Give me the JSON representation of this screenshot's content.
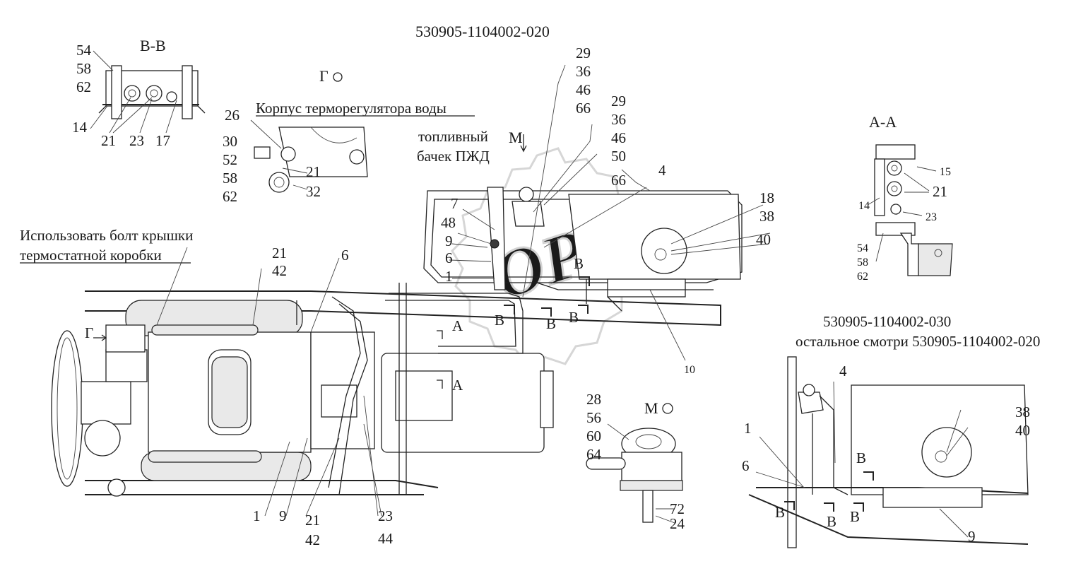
{
  "titles": {
    "main": "530905-1104002-020",
    "variant_line1": "530905-1104002-030",
    "variant_line2": "остальное смотри 530905-1104002-020"
  },
  "views": {
    "bb": "В-В",
    "aa": "А-А",
    "g": "Г",
    "m_top": "М",
    "m_detail": "М"
  },
  "notes": {
    "thermostat_housing": "Корпус терморегулятора воды",
    "fuel_tank_line1": "топливный",
    "fuel_tank_line2": "бачек ПЖД",
    "bolt_line1": "Использовать болт крышки",
    "bolt_line2": "термостатной коробки"
  },
  "section_marks": {
    "a": "А",
    "b": "В",
    "g": "Г",
    "ten": "10"
  },
  "callouts": {
    "bb": [
      "54",
      "58",
      "62",
      "14",
      "21",
      "23",
      "17"
    ],
    "g": [
      "26",
      "30",
      "52",
      "58",
      "62",
      "21",
      "32"
    ],
    "main_left": [
      "21",
      "42",
      "6",
      "7",
      "48",
      "9",
      "6",
      "1"
    ],
    "main_top": [
      "29",
      "36",
      "46",
      "66",
      "29",
      "36",
      "46",
      "50",
      "66",
      "4",
      "18",
      "38",
      "40"
    ],
    "main_bottom": [
      "1",
      "9",
      "21",
      "42",
      "23",
      "44"
    ],
    "aa": [
      "15",
      "21",
      "14",
      "23",
      "54",
      "58",
      "62"
    ],
    "m_detail": [
      "28",
      "56",
      "60",
      "64",
      "72",
      "24"
    ],
    "variant": [
      "4",
      "1",
      "6",
      "38",
      "40",
      "9"
    ]
  },
  "watermark": "OPEX"
}
